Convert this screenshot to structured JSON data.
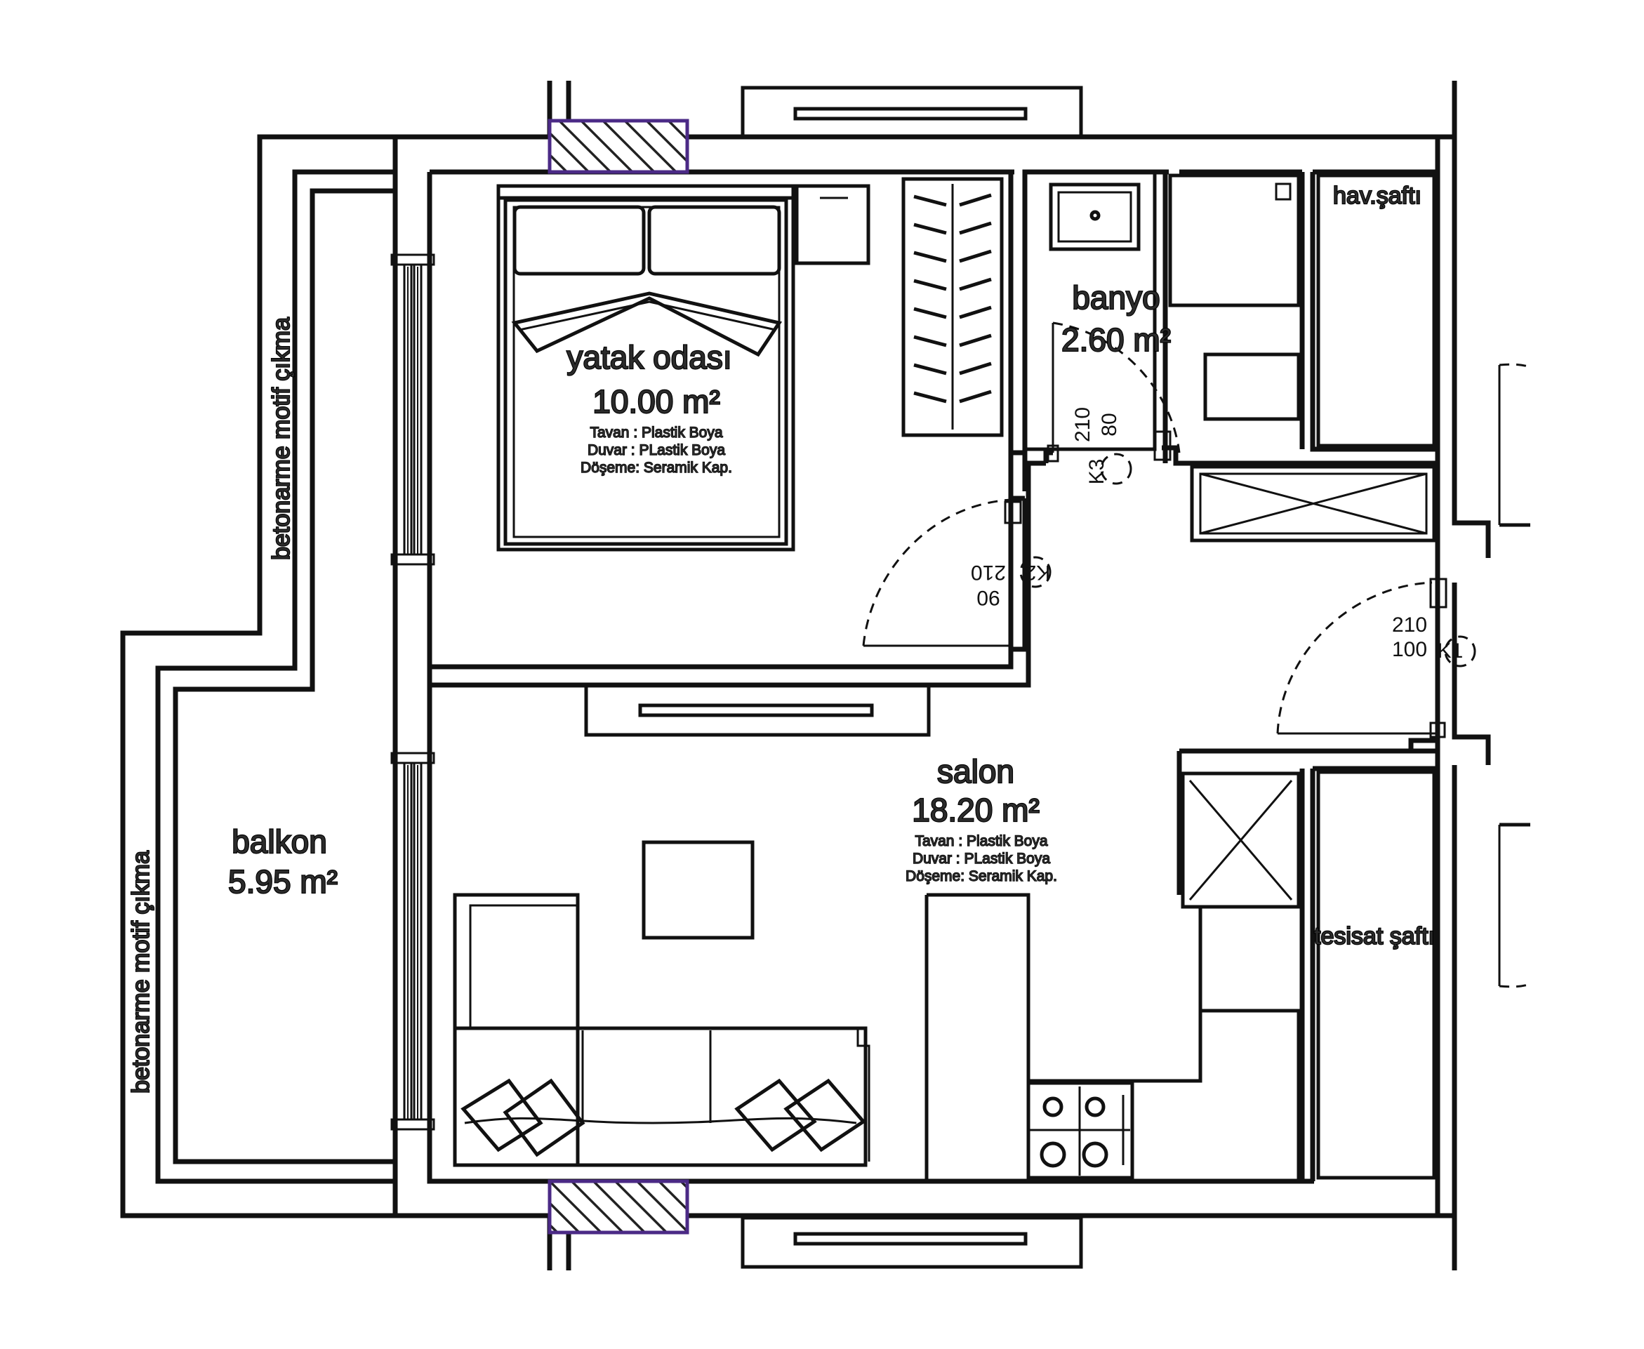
{
  "rooms": {
    "bedroom": {
      "name": "yatak  odası",
      "area": "10.00 m²"
    },
    "bathroom": {
      "name": "banyo",
      "area": "2.60 m²"
    },
    "living": {
      "name": "salon",
      "area": "18.20 m²"
    },
    "balcony": {
      "name": "balkon",
      "area": "5.95 m²"
    },
    "vent_shaft": {
      "name": "hav.şaftı"
    },
    "install_shaft": {
      "name": "tesisat şaftı"
    }
  },
  "finishes": {
    "bedroom": [
      "Tavan : Plastik Boya",
      "Duvar : PLastik Boya",
      "Döşeme: Seramik Kap."
    ],
    "living": [
      "Tavan : Plastik Boya",
      "Duvar : PLastik Boya",
      "Döşeme: Seramik Kap."
    ]
  },
  "side_labels": {
    "upper": "betonarme motif çıkma",
    "lower": "betonarme motif çıkma"
  },
  "doors": {
    "bath": {
      "height": "210",
      "width": "80",
      "tag": "K3"
    },
    "bedroom": {
      "height": "210",
      "width": "90",
      "tag": "K2"
    },
    "entry": {
      "height": "210",
      "width": "100",
      "tag": "K1"
    }
  },
  "colors": {
    "line": "#111111",
    "column_hatch": "#4b2a86",
    "text_fill": "#2b2b2b"
  }
}
